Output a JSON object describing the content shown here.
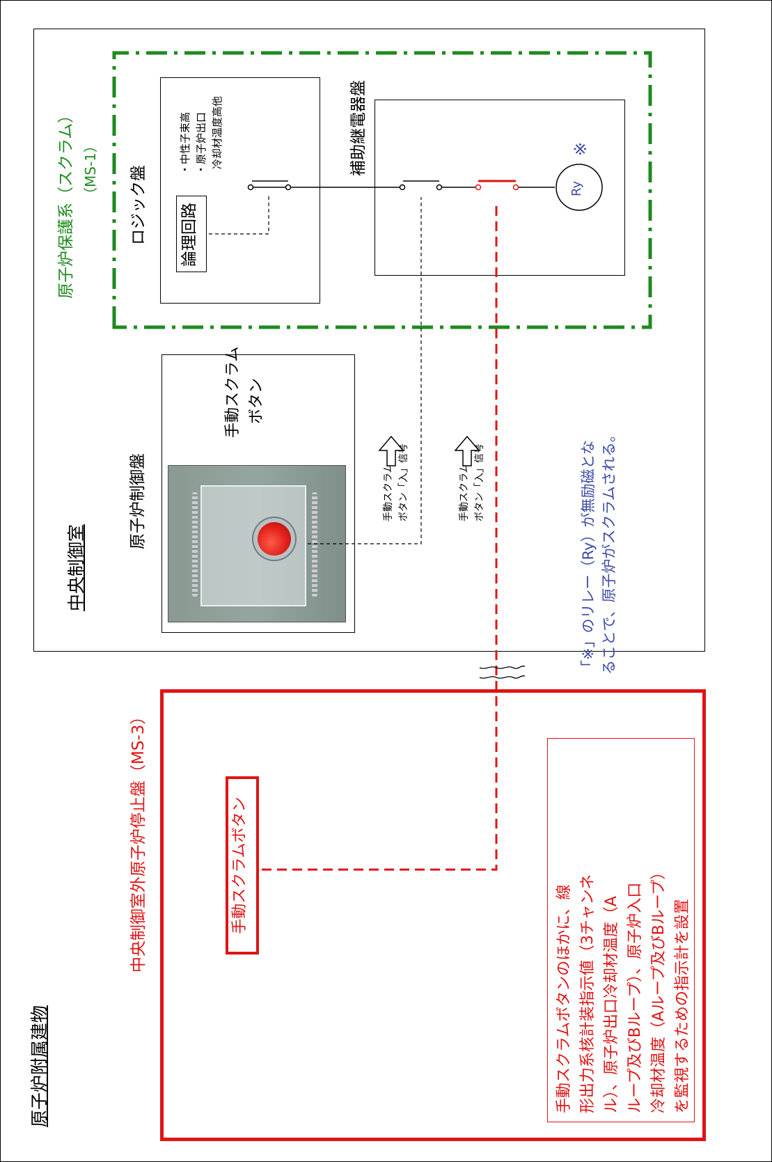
{
  "building": {
    "title": "原子炉附属建物"
  },
  "central_control_room": {
    "title": "中央制御室",
    "reactor_control_panel": {
      "title": "原子炉制御盤",
      "button_label_line1": "手動スクラム",
      "button_label_line2": "ボタン"
    },
    "protection_system": {
      "title_line1": "原子炉保護系（スクラム）",
      "title_line2": "（MS-1）",
      "logic_panel": {
        "title": "ロジック盤",
        "logic_circuit": "論理回路",
        "conditions": [
          "・中性子束高",
          "・原子炉出口",
          "冷却材温度高他"
        ]
      },
      "aux_relay_panel": {
        "title": "補助継電器盤",
        "relay_label": "Ry",
        "relay_mark": "※"
      }
    },
    "signal1": {
      "line1": "手動スクラム",
      "line2": "ボタン「入」信号"
    },
    "signal2": {
      "line1": "手動スクラム",
      "line2": "ボタン「入」信号"
    },
    "note": {
      "line1": "「※」のリレー（Ry）が無励磁とな",
      "line2": "ることで、原子炉がスクラムされる。"
    }
  },
  "outside_panel": {
    "title": "中央制御室外原子炉停止盤（MS-3）",
    "button": "手動スクラムボタン",
    "description": [
      "手動スクラムボタンのほかに、線",
      "形出力系核計装指示値（3チャンネ",
      "ル）、原子炉出口冷却材温度（A",
      "ループ及びBループ）、原子炉入口",
      "冷却材温度（Aループ及びBループ）",
      "を監視するための指示計を設置"
    ]
  },
  "colors": {
    "green": "#1e8a1e",
    "red": "#e01414",
    "blue": "#3b4ba6",
    "black": "#000000"
  }
}
